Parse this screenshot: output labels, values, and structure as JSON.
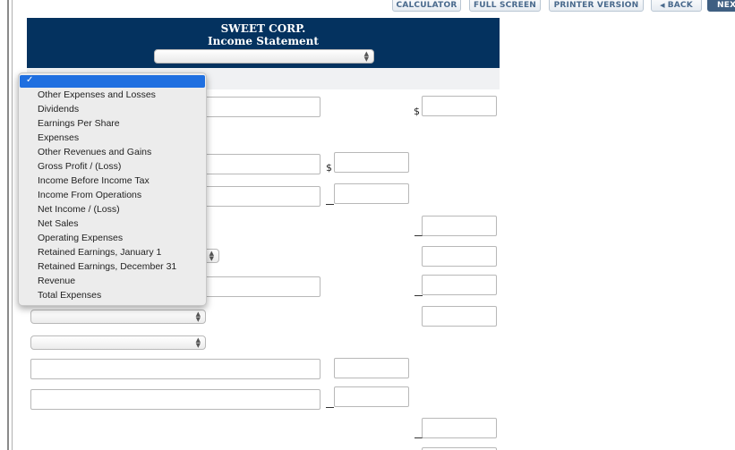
{
  "toolbar": {
    "calculator": "CALCULATOR",
    "full_screen": "FULL SCREEN",
    "printer_version": "PRINTER VERSION",
    "back": "BACK",
    "next": "NEX"
  },
  "statement": {
    "company": "SWEET CORP.",
    "title": "Income Statement"
  },
  "currency_symbol": "$",
  "dropdown": {
    "checkmark": "✓",
    "options": [
      "Other Expenses and Losses",
      "Dividends",
      "Earnings Per Share",
      "Expenses",
      "Other Revenues and Gains",
      "Gross Profit / (Loss)",
      "Income Before Income Tax",
      "Income From Operations",
      "Net Income / (Loss)",
      "Net Sales",
      "Operating Expenses",
      "Retained Earnings, January 1",
      "Retained Earnings, December 31",
      "Revenue",
      "Total Expenses"
    ]
  },
  "colors": {
    "header_bg": "#04325f",
    "dropdown_highlight": "#1f6fe0",
    "toolbar_text": "#4a6a8d"
  }
}
